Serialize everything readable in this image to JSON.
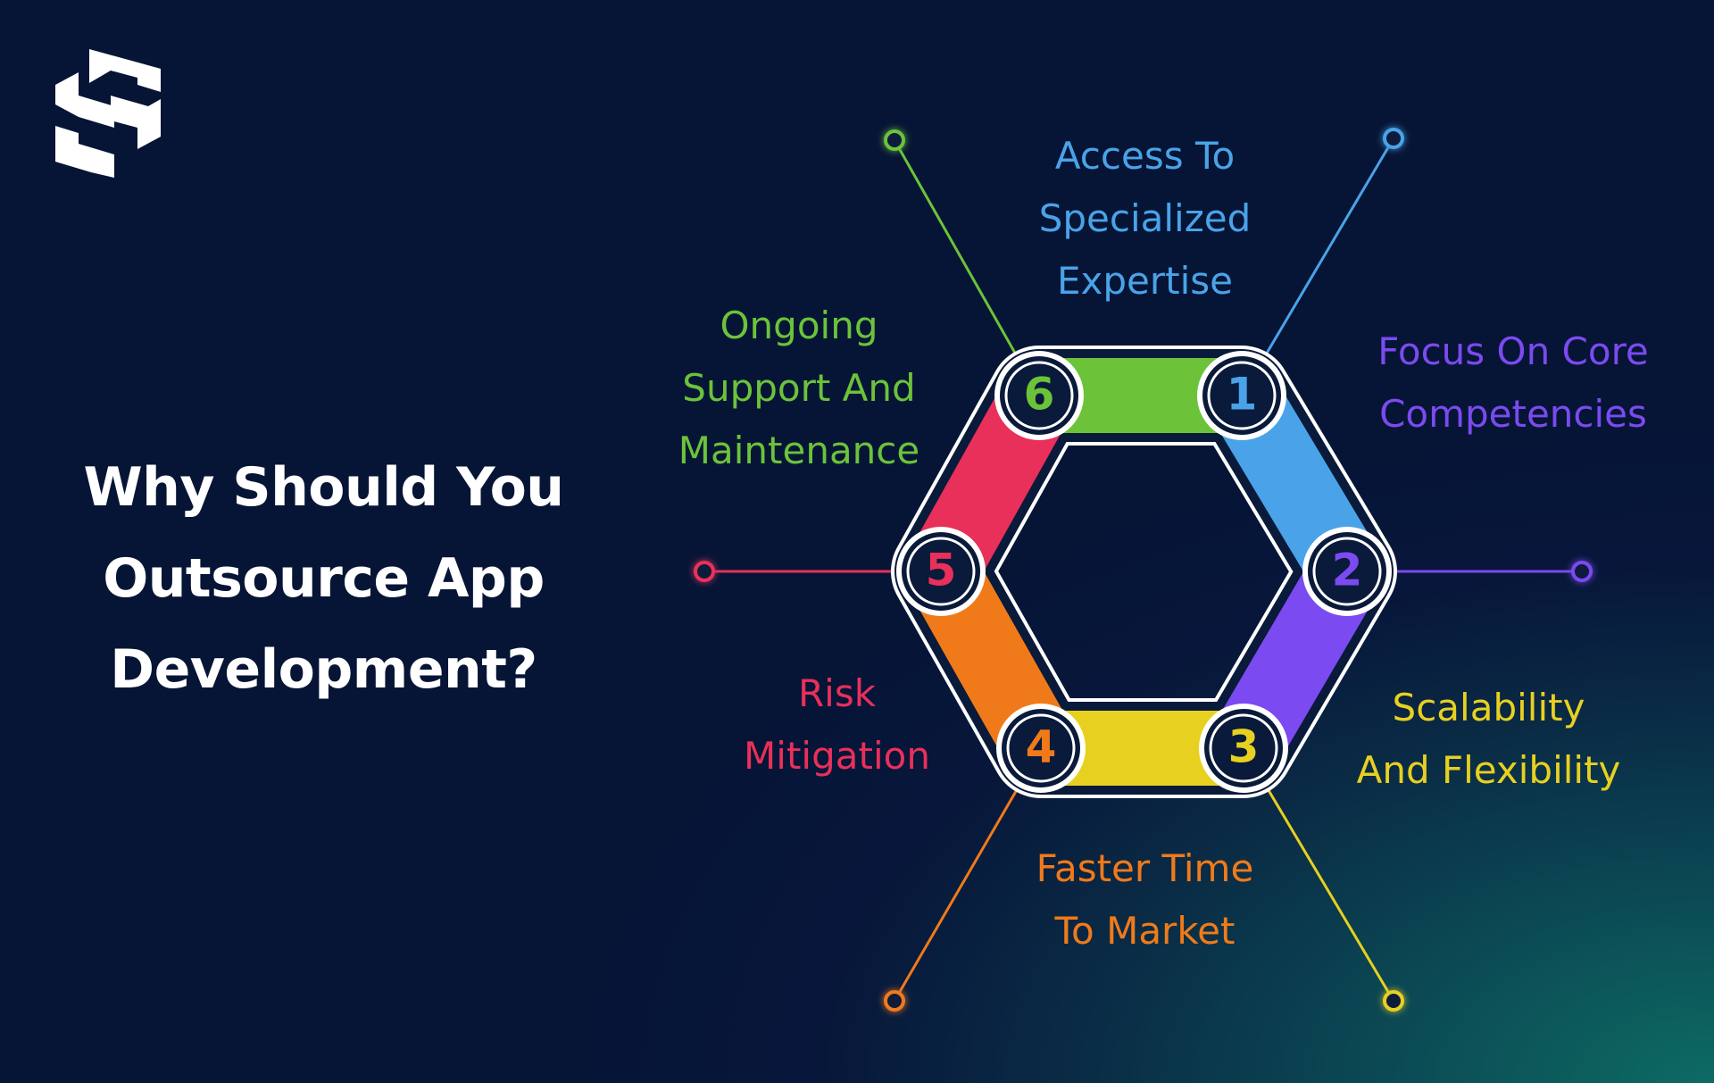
{
  "title": {
    "line1": "Why Should You",
    "line2": "Outsource App",
    "line3": "Development?"
  },
  "steps": [
    {
      "number": "1",
      "lines": [
        "Access To",
        "Specialized",
        "Expertise"
      ],
      "color": "#4aa3e8"
    },
    {
      "number": "2",
      "lines": [
        "Focus On Core",
        "Competencies"
      ],
      "color": "#7b4af0"
    },
    {
      "number": "3",
      "lines": [
        "Scalability",
        "And Flexibility"
      ],
      "color": "#e8d020"
    },
    {
      "number": "4",
      "lines": [
        "Faster Time",
        "To Market"
      ],
      "color": "#f07a1a"
    },
    {
      "number": "5",
      "lines": [
        "Risk",
        "Mitigation"
      ],
      "color": "#e8305a"
    },
    {
      "number": "6",
      "lines": [
        "Ongoing",
        "Support And",
        "Maintenance"
      ],
      "color": "#6cc33a"
    }
  ],
  "colors": {
    "background": "#061536",
    "accent_teal": "#0d6b62",
    "outline": "#ffffff",
    "number_circle": "#0a1a3a"
  },
  "icons": {
    "logo": "brand-logo-icon"
  }
}
